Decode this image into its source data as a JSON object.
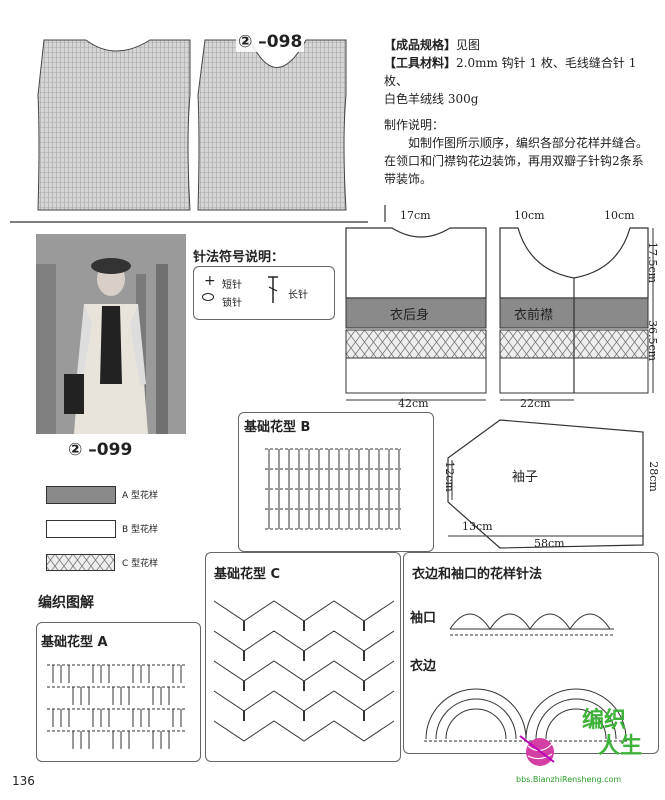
{
  "top_diagram": {
    "label": "② –098"
  },
  "spec": {
    "size_head": "【成品规格】",
    "size_value": "见图",
    "tools_head": "【工具材料】",
    "tools_value_1": "2.0mm 钩针 1 枚、毛线缝合针 1 枚、",
    "tools_value_2": "白色羊绒线 300g",
    "instructions_title": "制作说明：",
    "instructions_1": "如制作图所示顺序，编织各部分花样并缝合。",
    "instructions_2": "在领口和门襟钩花边装饰，再用双瓣子针钩2条系",
    "instructions_3": "带装饰。"
  },
  "photo": {
    "caption": "② –099"
  },
  "symbols": {
    "title": "针法符号说明：",
    "short": "短针",
    "chain": "锁针",
    "long": "长针"
  },
  "pattern_diagram": {
    "back_label": "衣后身",
    "front_label": "衣前襟",
    "m_back_neck": "17cm",
    "m_front_neck_left": "10cm",
    "m_front_neck_right": "10cm",
    "m_top_height": "17.5cm",
    "m_body_height": "36.5cm",
    "m_back_width": "42cm",
    "m_front_width": "22cm"
  },
  "sleeve": {
    "label": "袖子",
    "m_cuff": "12cm",
    "m_length": "28cm",
    "m_short": "13cm",
    "m_width": "58cm"
  },
  "legend": {
    "a": "A 型花样",
    "b": "B 型花样",
    "c": "C 型花样",
    "colors": {
      "a": "#8a8a8a",
      "b": "#ffffff",
      "c": "#e0e0e0"
    }
  },
  "knit_title": "编织图解",
  "basic_a": "基础花型 A",
  "basic_b": "基础花型 B",
  "basic_c": "基础花型 C",
  "edge": {
    "title": "衣边和袖口的花样针法",
    "cuff": "袖口",
    "hem": "衣边"
  },
  "watermark": {
    "line1": "编织",
    "line2": "人生",
    "url": "bbs.BianzhiRensheng.com"
  },
  "page_number": "136"
}
